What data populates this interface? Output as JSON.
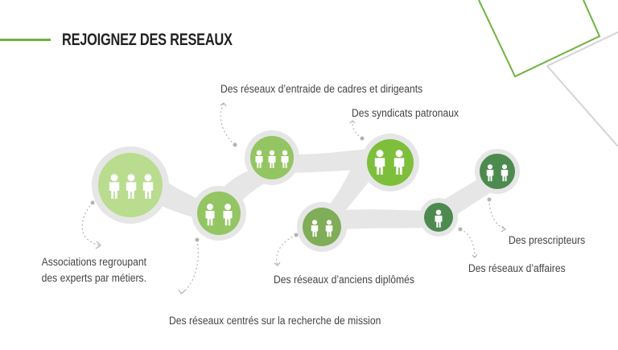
{
  "title": "REJOIGNEZ DES RESEAUX",
  "colors": {
    "accent_green": "#6db33f",
    "halo_grey": "#e6e6e6",
    "light_green": "#b9dc8f",
    "mid_green": "#93c563",
    "olive_green": "#7fad58",
    "bright_green": "#7dbf3b",
    "dark_green": "#4d8a4f",
    "deco_grey": "#d4d4d4"
  },
  "icons": {
    "person": "person-icon"
  },
  "labels": {
    "associations_line1": "Associations regroupant",
    "associations_line2": "des experts par métiers.",
    "recherche_mission": "Des réseaux centrés sur la recherche de mission",
    "cadres_dirigeants": "Des réseaux d’entraide de cadres et dirigeants",
    "syndicats": "Des syndicats patronaux",
    "anciens_diplomes": "Des réseaux d’anciens diplômés",
    "affaires": "Des réseaux d’affaires",
    "prescripteurs": "Des prescripteurs"
  }
}
